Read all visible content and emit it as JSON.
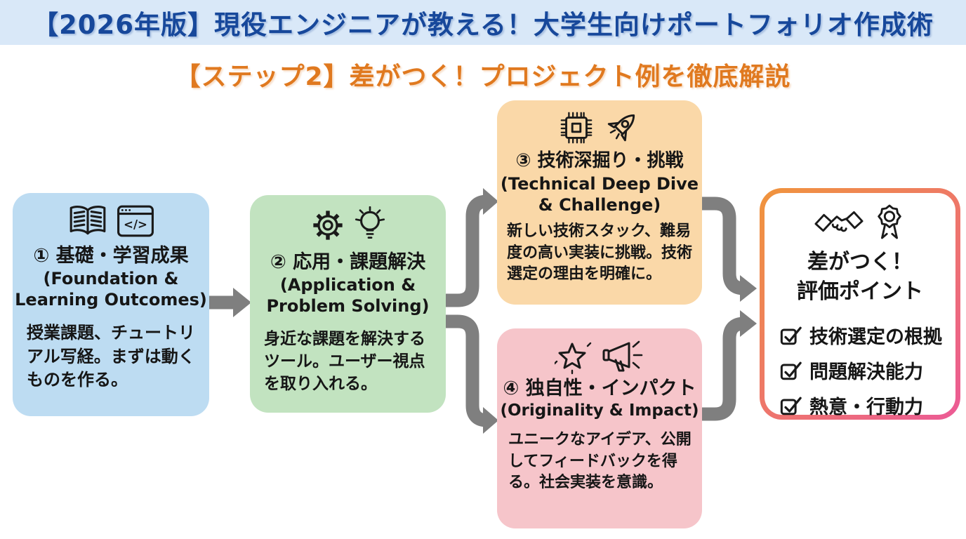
{
  "page": {
    "title": "【2026年版】現役エンジニアが教える！大学生向けポートフォリオ作成術",
    "subtitle": "【ステップ2】差がつく！プロジェクト例を徹底解説"
  },
  "colors": {
    "banner_bg": "#d9e8f8",
    "banner_text": "#17489b",
    "subtitle_text": "#e0791f",
    "box1_bg": "#bddcf2",
    "box2_bg": "#c2e3c0",
    "box3_bg": "#fad8a8",
    "box4_bg": "#f6c5ca",
    "arrow": "#7f7f7f",
    "goal_border_start": "#f0953c",
    "goal_border_end": "#ec5a96",
    "text": "#161616"
  },
  "glyphs": {
    "code": "</>"
  },
  "boxes": [
    {
      "id": "foundation",
      "icons": [
        "open-book-icon",
        "code-window-icon"
      ],
      "title_jp": "① 基礎・学習成果",
      "title_en": "(Foundation & Learning Outcomes)",
      "body": "授業課題、チュートリアル写経。まずは動くものを作る。"
    },
    {
      "id": "application",
      "icons": [
        "gear-icon",
        "lightbulb-icon"
      ],
      "title_jp": "② 応用・課題解決",
      "title_en": "(Application & Problem Solving)",
      "body": "身近な課題を解決するツール。ユーザー視点を取り入れる。"
    },
    {
      "id": "deepdive",
      "icons": [
        "cpu-chip-icon",
        "rocket-icon"
      ],
      "title_jp": "③ 技術深掘り・挑戦",
      "title_en": "(Technical Deep Dive & Challenge)",
      "body": "新しい技術スタック、難易度の高い実装に挑戦。技術選定の理由を明確に。"
    },
    {
      "id": "originality",
      "icons": [
        "sparkle-star-icon",
        "megaphone-icon"
      ],
      "title_jp": "④ 独自性・インパクト",
      "title_en": "(Originality & Impact)",
      "body": "ユニークなアイデア、公開してフィードバックを得る。社会実装を意識。"
    }
  ],
  "goal": {
    "icons": [
      "handshake-icon",
      "award-ribbon-icon"
    ],
    "title_line1": "差がつく！",
    "title_line2": "評価ポイント",
    "checklist": [
      "技術選定の根拠",
      "問題解決能力",
      "熱意・行動力"
    ]
  }
}
